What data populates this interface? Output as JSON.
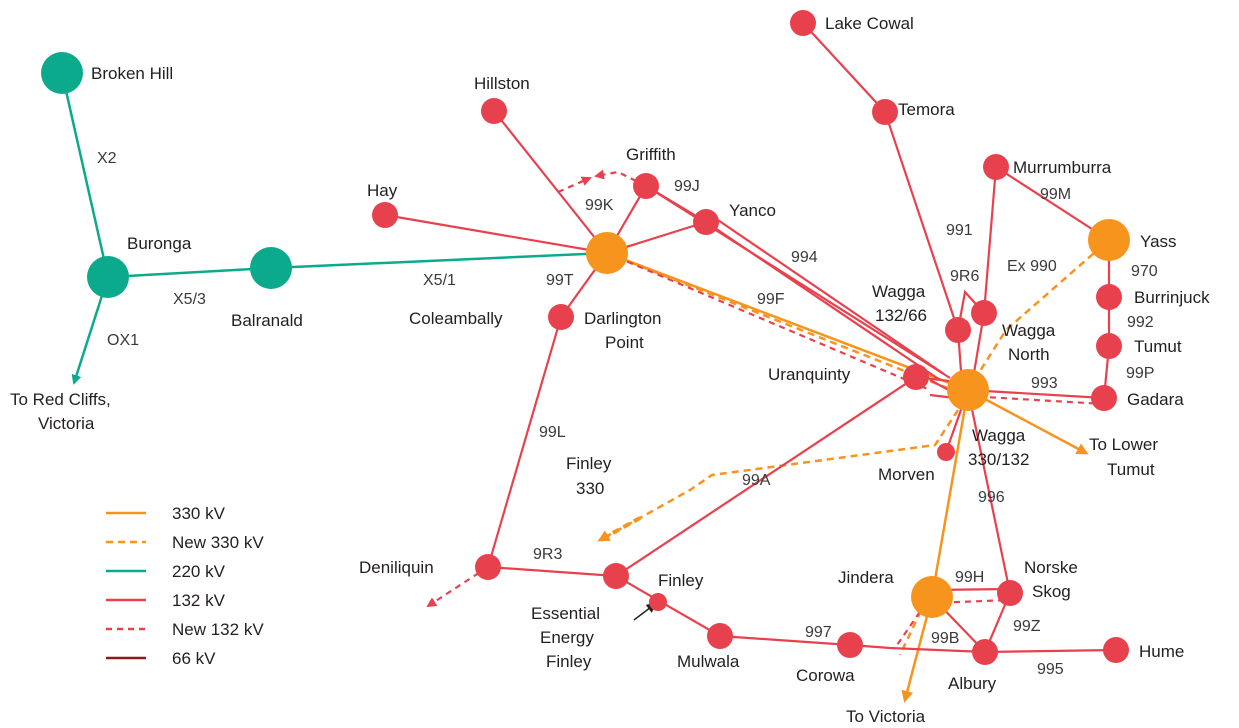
{
  "colors": {
    "kv330": "#f7941d",
    "kv220": "#0caa8c",
    "kv132": "#e8414e",
    "kv66": "#8b1a1a"
  },
  "legend": [
    {
      "label": "330 kV"
    },
    {
      "label": "New 330 kV"
    },
    {
      "label": "220 kV"
    },
    {
      "label": "132 kV"
    },
    {
      "label": "New 132 kV"
    },
    {
      "label": "66 kV"
    }
  ],
  "nodes": {
    "broken_hill": "Broken Hill",
    "buronga": "Buronga",
    "balranald": "Balranald",
    "red_cliffs_1": "To Red Cliffs,",
    "red_cliffs_2": "Victoria",
    "hillston": "Hillston",
    "hay": "Hay",
    "griffith": "Griffith",
    "yanco": "Yanco",
    "darlington_1": "Darlington",
    "darlington_2": "Point",
    "coleambally": "Coleambally",
    "lake_cowal": "Lake Cowal",
    "temora": "Temora",
    "murrumburra": "Murrumburra",
    "yass": "Yass",
    "burrinjuck": "Burrinjuck",
    "tumut": "Tumut",
    "gadara": "Gadara",
    "wagga13266_1": "Wagga",
    "wagga13266_2": "132/66",
    "wagga_north_1": "Wagga",
    "wagga_north_2": "North",
    "uranquinty": "Uranquinty",
    "wagga330_1": "Wagga",
    "wagga330_2": "330/132",
    "morven": "Morven",
    "lower_tumut_1": "To Lower",
    "lower_tumut_2": "Tumut",
    "finley330_1": "Finley",
    "finley330_2": "330",
    "deniliquin": "Deniliquin",
    "finley": "Finley",
    "essential_1": "Essential",
    "essential_2": "Energy",
    "essential_3": "Finley",
    "mulwala": "Mulwala",
    "corowa": "Corowa",
    "jindera": "Jindera",
    "norske_1": "Norske",
    "norske_2": "Skog",
    "albury": "Albury",
    "hume": "Hume",
    "to_victoria": "To Victoria"
  },
  "codes": {
    "x2": "X2",
    "x5_3": "X5/3",
    "ox1": "OX1",
    "x5_1": "X5/1",
    "c99k": "99K",
    "c99j": "99J",
    "c99t": "99T",
    "c994": "994",
    "c99f": "99F",
    "c991": "991",
    "c9r6": "9R6",
    "c99m": "99M",
    "ex990": "Ex 990",
    "c970": "970",
    "c992": "992",
    "c99p": "99P",
    "c993": "993",
    "c99l": "99L",
    "c99a": "99A",
    "c996": "996",
    "c9r3": "9R3",
    "c99h": "99H",
    "c997": "997",
    "c99b": "99B",
    "c99z": "99Z",
    "c995": "995"
  }
}
